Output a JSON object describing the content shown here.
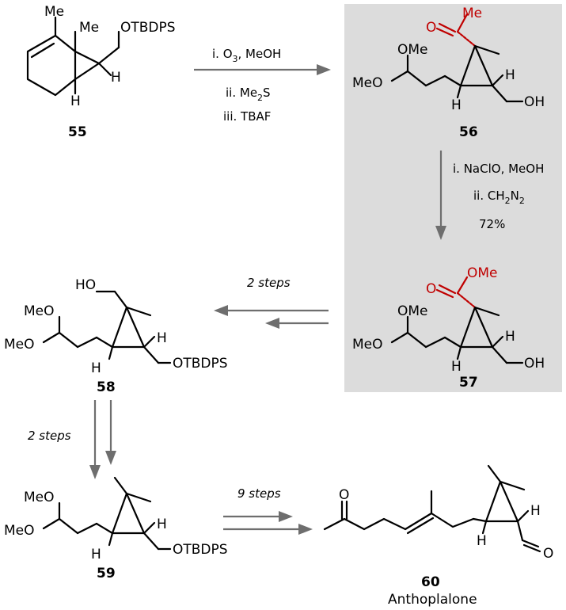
{
  "compounds": [
    {
      "id": "55",
      "labels": {
        "me1": "Me",
        "me2": "Me",
        "otbdps": "OTBDPS",
        "h1": "H",
        "h2": "H"
      }
    },
    {
      "id": "56",
      "labels": {
        "me": "Me",
        "o": "O",
        "ome": "OMe",
        "meo": "MeO",
        "h1": "H",
        "h2": "H",
        "oh": "OH"
      }
    },
    {
      "id": "57",
      "labels": {
        "o": "O",
        "ome_ester": "OMe",
        "ome": "OMe",
        "meo": "MeO",
        "h1": "H",
        "h2": "H",
        "oh": "OH"
      }
    },
    {
      "id": "58",
      "labels": {
        "ho": "HO",
        "meo1": "MeO",
        "meo2": "MeO",
        "h1": "H",
        "h2": "H",
        "otbdps": "OTBDPS"
      }
    },
    {
      "id": "59",
      "labels": {
        "meo1": "MeO",
        "meo2": "MeO",
        "h1": "H",
        "h2": "H",
        "otbdps": "OTBDPS"
      }
    },
    {
      "id": "60",
      "name": "Anthoplalone",
      "labels": {
        "o_ketone": "O",
        "h1": "H",
        "h2": "H",
        "o_ald": "O"
      }
    }
  ],
  "arrows": [
    {
      "conditions": [
        "i. O",
        "ii. Me",
        "iii. TBAF"
      ],
      "subscripts": {
        "o3": "3",
        "o3_rest": ", MeOH",
        "me2": "2",
        "me2_rest": "S"
      }
    },
    {
      "conditions": [
        "i. NaClO, MeOH",
        "ii. CH",
        "72%"
      ],
      "subscripts": {
        "ch2": "2",
        "n": "N",
        "n2": "2"
      }
    },
    {
      "conditions": [
        "2 steps"
      ]
    },
    {
      "conditions": [
        "2 steps"
      ]
    },
    {
      "conditions": [
        "9 steps"
      ]
    }
  ],
  "colors": {
    "highlight_box": "#dcdcdc",
    "arrow": "#6e6e6e",
    "accent": "#c00000"
  }
}
